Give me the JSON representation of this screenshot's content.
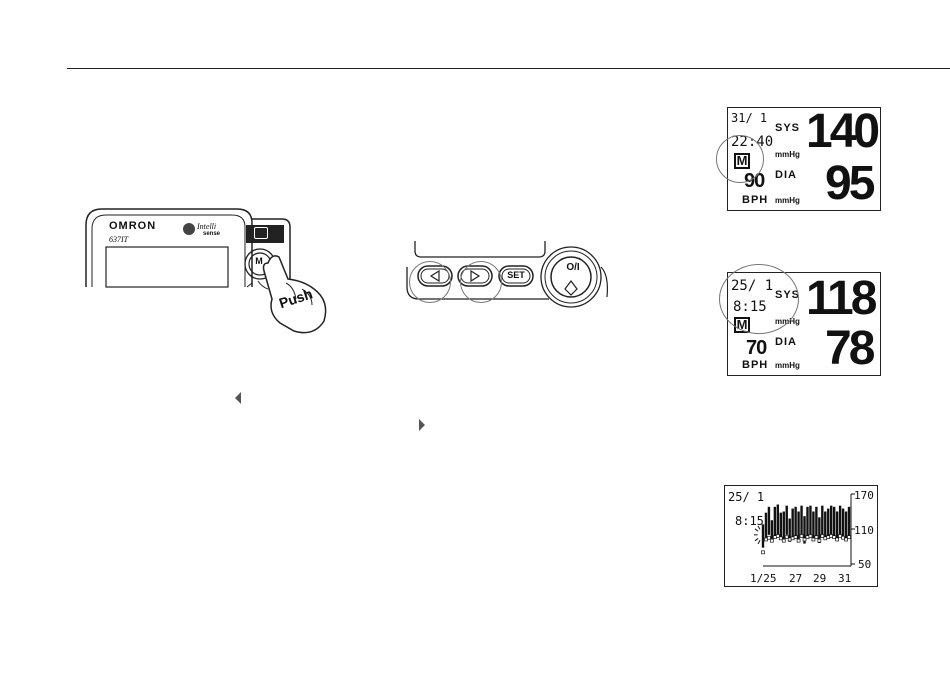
{
  "device": {
    "brand": "OMRON",
    "model": "637IT",
    "intellisense": "Intelli",
    "intellisense_sub": "sense",
    "memory_button": "M",
    "push_label": "Push",
    "set_button": "SET",
    "power_button": "O/I"
  },
  "display_1": {
    "date": "31/ 1",
    "time": "22:40",
    "sys_label": "SYS",
    "sys_value": "140",
    "dia_label": "DIA",
    "dia_value": "95",
    "pulse_value": "90",
    "pulse_label": "BPH",
    "unit": "mmHg",
    "memory": "M"
  },
  "display_2": {
    "date": "25/ 1",
    "time": "8:15",
    "sys_label": "SYS",
    "sys_value": "118",
    "dia_label": "DIA",
    "dia_value": "78",
    "pulse_value": "70",
    "pulse_label": "BPH",
    "unit": "mmHg",
    "memory": "M"
  },
  "display_3": {
    "date": "25/ 1",
    "time": "8:15"
  },
  "chart_data": {
    "type": "bar",
    "x": [
      "1/25",
      "27",
      "29",
      "31"
    ],
    "ylim": [
      50,
      170
    ],
    "yticks": [
      "170",
      "110",
      "50"
    ],
    "xticks": [
      "1/25",
      "27",
      "29",
      "31"
    ],
    "grid": false,
    "series": [
      {
        "values_high": [
          118,
          138,
          148,
          125,
          148,
          152,
          138,
          140,
          150,
          128,
          145,
          148,
          140,
          150,
          132,
          148,
          150,
          140,
          148,
          130,
          150,
          140,
          145,
          150,
          148,
          140,
          150,
          145,
          140,
          148
        ],
        "values_low": [
          78,
          95,
          100,
          90,
          98,
          100,
          95,
          92,
          100,
          88,
          96,
          98,
          90,
          100,
          85,
          98,
          100,
          92,
          98,
          86,
          100,
          95,
          96,
          100,
          98,
          92,
          100,
          95,
          90,
          98
        ]
      }
    ],
    "pulse": [
      70,
      92,
      95,
      90,
      96,
      98,
      94,
      90,
      96,
      92,
      94,
      96,
      90,
      98,
      92,
      96,
      98,
      92,
      96,
      90,
      98,
      94,
      96,
      98,
      96,
      92,
      98,
      95,
      92,
      96
    ]
  }
}
